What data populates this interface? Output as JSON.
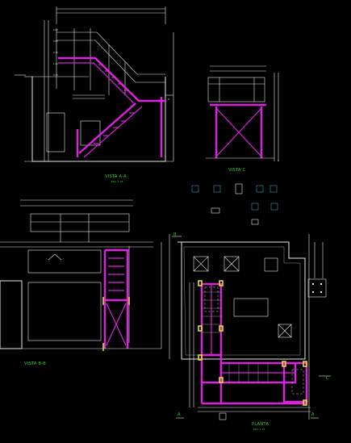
{
  "drawing": {
    "views": {
      "vista_a": {
        "title": "VISTA A-A",
        "scale": "ESC. 1:25"
      },
      "vista_b": {
        "title": "VISTA B-B"
      },
      "vista_c": {
        "title": "VISTA C"
      },
      "planta": {
        "title": "PLANTA",
        "scale": "ESC. 1:25"
      }
    },
    "section_markers": {
      "a": "A",
      "b": "B",
      "c": "C"
    }
  },
  "colors": {
    "background": "#000000",
    "structure_line": "#e8e8e8",
    "steel_member": "#e020e0",
    "column_highlight": "#e0e020",
    "label_text": "#2dd62d"
  }
}
